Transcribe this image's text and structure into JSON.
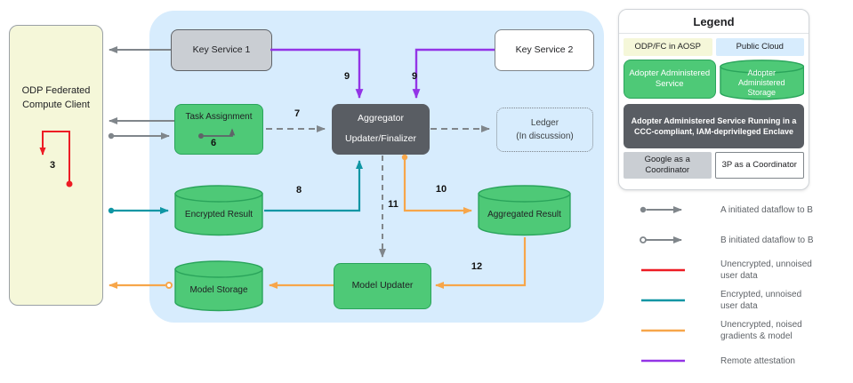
{
  "palette": {
    "panel_blue": "#d7ecfd",
    "client_yellow": "#f5f7d9",
    "green": "#4ec977",
    "green_border": "#2aa45b",
    "dark_gray": "#595d63",
    "arrow_gray": "#80868b",
    "purple": "#9334e6",
    "teal": "#0f96a4",
    "orange": "#f7a64a",
    "red": "#ed1c24"
  },
  "client": {
    "label": "ODP Federated Compute Client"
  },
  "diagram": {
    "nodes": {
      "key_service_1": "Key Service 1",
      "key_service_2": "Key Service 2",
      "task_assignment": "Task Assignment",
      "aggregator_line1": "Aggregator",
      "aggregator_line2": "Updater/Finalizer",
      "ledger_line1": "Ledger",
      "ledger_line2": "(In discussion)",
      "encrypted_result": "Encrypted Result",
      "aggregated_result": "Aggregated Result",
      "model_storage": "Model Storage",
      "model_updater": "Model Updater"
    },
    "steps": {
      "s3": "3",
      "s6": "6",
      "s7": "7",
      "s8": "8",
      "s9a": "9",
      "s9b": "9",
      "s10": "10",
      "s11": "11",
      "s12": "12"
    }
  },
  "legend": {
    "title": "Legend",
    "cells": {
      "aosp": "ODP/FC in AOSP",
      "public_cloud": "Public Cloud",
      "adopter_service": "Adopter Administered Service",
      "adopter_storage": "Adopter Administered Storage",
      "enclave": "Adopter Administered Service Running in a CCC-compliant, IAM-deprivileged Enclave",
      "google_coordinator": "Google as a Coordinator",
      "third_party_coordinator": "3P as a Coordinator"
    },
    "flows": [
      {
        "name": "a-initiated-dataflow",
        "label": "A initiated dataflow to B"
      },
      {
        "name": "b-initiated-dataflow",
        "label": "B initiated dataflow to B"
      },
      {
        "name": "unencrypted-unnoised",
        "label": "Unencrypted, unnoised user data"
      },
      {
        "name": "encrypted-unnoised",
        "label": "Encrypted, unnoised user data"
      },
      {
        "name": "unencrypted-noised",
        "label": "Unencrypted, noised gradients & model"
      },
      {
        "name": "remote-attestation",
        "label": "Remote attestation"
      }
    ]
  }
}
